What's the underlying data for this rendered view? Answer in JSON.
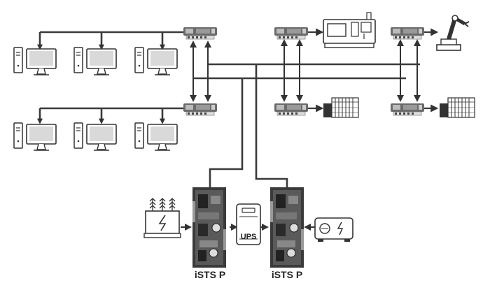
{
  "labels": {
    "ups": "UPS",
    "ists_left": "iSTS P",
    "ists_right": "iSTS P"
  },
  "colors": {
    "line": "#3a3a3a",
    "device": "#555555",
    "screen": "#d9d9d9",
    "outline": "#333333"
  },
  "icons": {
    "workstation": "desktop-computer-icon",
    "network_switch": "din-rail-switch-icon",
    "cnc": "cnc-machine-icon",
    "robot": "robot-arm-icon",
    "io_module": "io-module-rack-icon",
    "transformer": "power-transformer-icon",
    "ups": "ups-icon",
    "generator": "generator-icon",
    "ists": "ists-board-icon"
  }
}
